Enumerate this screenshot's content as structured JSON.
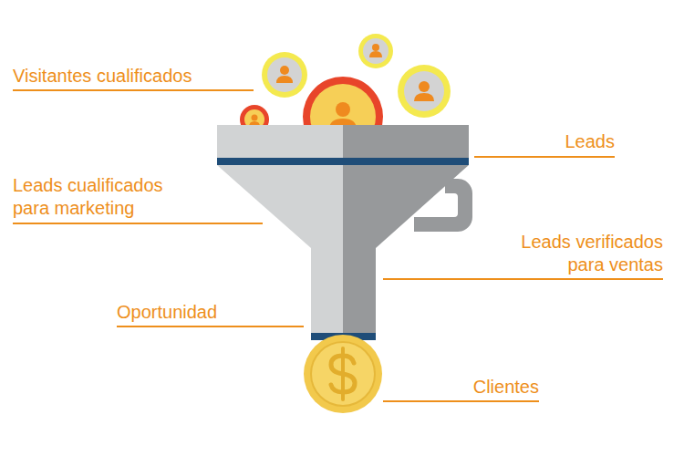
{
  "diagram": {
    "labels": [
      "Visitantes cualificados",
      "Leads",
      "Leads cualificados para marketing",
      "Leads verificados para ventas",
      "Oportunidad",
      "Clientes"
    ]
  }
}
